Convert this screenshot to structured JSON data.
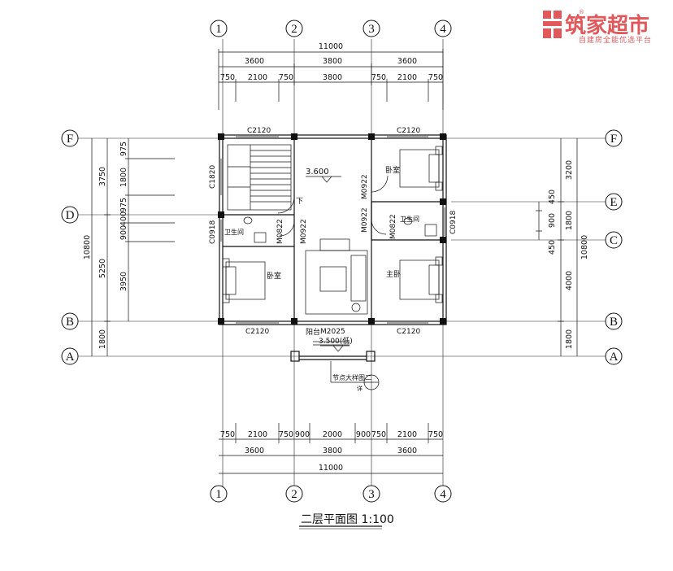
{
  "logo": {
    "name": "筑家超市",
    "slogan": "自建房全能优选平台",
    "registered": "®",
    "brand_color": "#e1575a"
  },
  "title": "二层平面图 1:100",
  "axes": {
    "vertical": [
      "1",
      "2",
      "3",
      "4"
    ],
    "horizontal": [
      "F",
      "E",
      "D",
      "C",
      "B",
      "A"
    ]
  },
  "dims_top": {
    "total": "11000",
    "row2": [
      "3600",
      "3800",
      "3600"
    ],
    "row3": [
      "750",
      "2100",
      "750",
      "3800",
      "750",
      "2100",
      "750"
    ]
  },
  "dims_bottom": {
    "row1": [
      "750",
      "2100",
      "750",
      "900",
      "2000",
      "900",
      "750",
      "2100",
      "750"
    ],
    "row2": [
      "3600",
      "3800",
      "3600"
    ],
    "total": "11000"
  },
  "dims_left": {
    "total": "10800",
    "row2": [
      "3750",
      "5250",
      "1800"
    ],
    "row3": [
      "975",
      "1800",
      "975",
      "400",
      "900",
      "3950"
    ]
  },
  "dims_right": {
    "total": "10800",
    "row2": [
      "3200",
      "1800",
      "4000",
      "1800"
    ],
    "row3": [
      "450",
      "900",
      "450"
    ]
  },
  "labels": {
    "window_c2120": "C2120",
    "window_c1820": "C1820",
    "window_c0918": "C0918",
    "door_m0922": "M0922",
    "door_m0822": "M0822",
    "door_m2025": "M2025",
    "elev_floor": "3.600",
    "elev_balcony": "3.500(低)",
    "bedroom": "卧室",
    "bathroom": "卫生间",
    "master": "主卧",
    "balcony": "阳台",
    "stair_down": "下",
    "detail_ref": "节点大样图二",
    "detail_num": "详"
  }
}
